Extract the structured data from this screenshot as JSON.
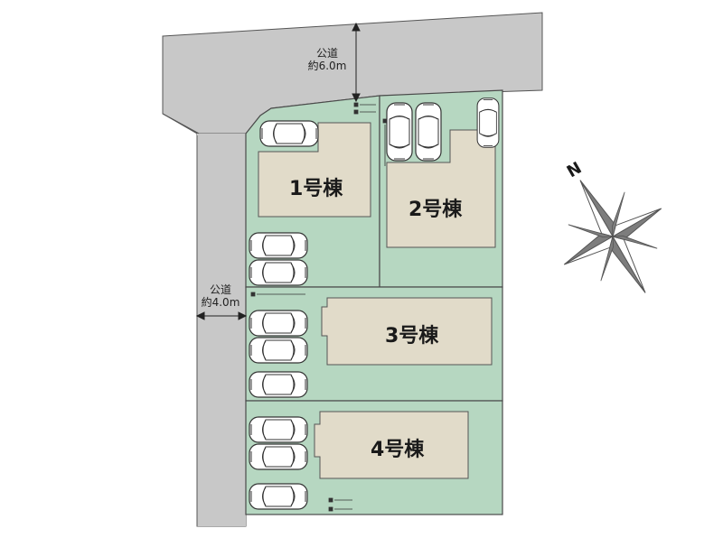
{
  "roads": {
    "north": {
      "name": "公道",
      "width": "約6.0m"
    },
    "west": {
      "name": "公道",
      "width": "約4.0m"
    }
  },
  "buildings": [
    {
      "label": "1号棟"
    },
    {
      "label": "2号棟"
    },
    {
      "label": "3号棟"
    },
    {
      "label": "4号棟"
    }
  ],
  "compass": {
    "north_label": "N",
    "icon": "compass-rose-icon"
  },
  "colors": {
    "road": "#c8c8c8",
    "lot": "#b6d7c1",
    "building": "#e1dbc9",
    "lot_border": "#4a4a4a",
    "compass": "#7d7d7d"
  }
}
